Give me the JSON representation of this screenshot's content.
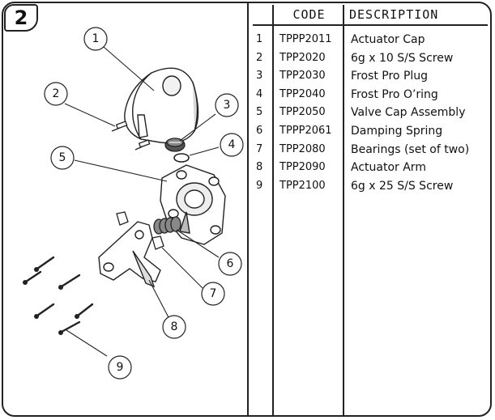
{
  "step_number": "2",
  "table": {
    "headers": {
      "number": "",
      "code": "CODE",
      "description": "DESCRIPTION"
    },
    "rows": [
      {
        "number": "1",
        "code": "TPPP2011",
        "description": "Actuator Cap"
      },
      {
        "number": "2",
        "code": "TPP2020",
        "description": "6g x 10 S/S Screw"
      },
      {
        "number": "3",
        "code": "TPP2030",
        "description": "Frost Pro Plug"
      },
      {
        "number": "4",
        "code": "TPP2040",
        "description": "Frost Pro O’ring"
      },
      {
        "number": "5",
        "code": "TPP2050",
        "description": "Valve Cap Assembly"
      },
      {
        "number": "6",
        "code": "TPPP2061",
        "description": "Damping Spring"
      },
      {
        "number": "7",
        "code": "TPP2080",
        "description": "Bearings (set of two)"
      },
      {
        "number": "8",
        "code": "TPP2090",
        "description": "Actuator Arm"
      },
      {
        "number": "9",
        "code": "TPP2100",
        "description": "6g x 25 S/S Screw"
      }
    ]
  },
  "callouts": [
    "1",
    "2",
    "3",
    "4",
    "5",
    "6",
    "7",
    "8",
    "9"
  ]
}
